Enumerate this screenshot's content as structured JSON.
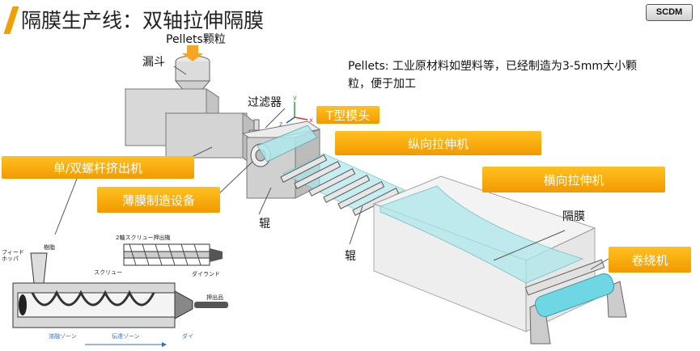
{
  "header": {
    "title": "隔膜生产线：双轴拉伸隔膜",
    "badge": "SCDM"
  },
  "labels": {
    "pellets_top": "Pellets颗粒",
    "hopper": "漏斗",
    "filter": "过滤器",
    "roller_1": "辊",
    "roller_2": "辊",
    "separator": "隔膜"
  },
  "note": {
    "line1": "Pellets: 工业原材料如塑料等，已经制造为3-5mm大小颗",
    "line2": "粒，便于加工"
  },
  "callouts": {
    "t_die": "T型模头",
    "md_stretch": "纵向拉伸机",
    "extruder": "单/双螺杆挤出机",
    "film_equipment": "薄膜制造设备",
    "td_stretch": "横向拉伸机",
    "winder": "卷绕机"
  },
  "axis": {
    "x": "x",
    "y": "y",
    "z": "z"
  },
  "inset": {
    "title": "2軸スクリュー押出機",
    "feed_hopper_1": "フィード",
    "feed_hopper_2": "ホッパ",
    "resin": "樹脂",
    "screw": "スクリュー",
    "die_land": "ダイランド",
    "extrudate": "押出品",
    "melt_zone": "溶融ゾーン",
    "transport_zone": "伝達ゾーン",
    "die": "ダイ"
  },
  "colors": {
    "accent": "#f29a00",
    "film": "#aee8ec",
    "machine_fill": "#e0e0e0",
    "machine_stroke": "#777777"
  }
}
